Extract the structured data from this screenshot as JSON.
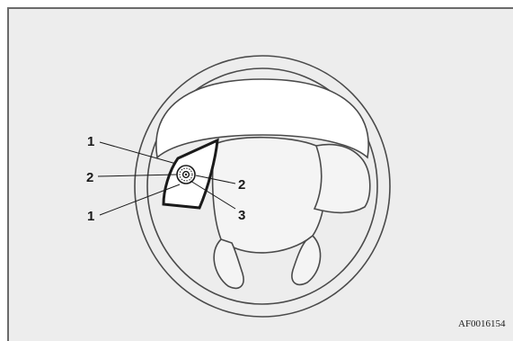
{
  "figure": {
    "code": "AF0016154",
    "callouts": [
      {
        "id": "upper-left",
        "label": "1"
      },
      {
        "id": "mid-left",
        "label": "2"
      },
      {
        "id": "lower-left",
        "label": "1"
      },
      {
        "id": "mid-right",
        "label": "2"
      },
      {
        "id": "lower-right",
        "label": "3"
      }
    ]
  },
  "colors": {
    "frame_background": "#ededed",
    "frame_border": "#6a6a6a",
    "wheel_stroke": "#4a4a4a",
    "wheel_fill": "#f4f4f4",
    "control_fill": "#ffffff",
    "ink": "#1a1a1a"
  },
  "icons": [
    "steering-wheel-illustration",
    "audio-control-switch-icon"
  ]
}
